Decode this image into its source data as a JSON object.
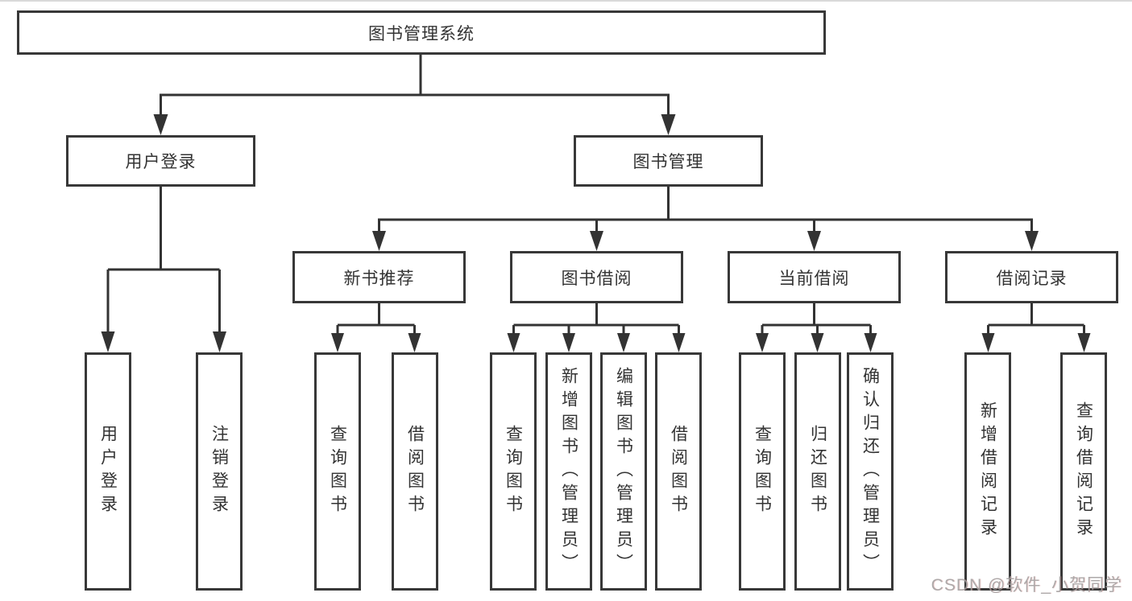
{
  "diagram": {
    "title": "图书管理系统",
    "root": {
      "label": "图书管理系统"
    },
    "level2": [
      {
        "label": "用户登录"
      },
      {
        "label": "图书管理"
      }
    ],
    "level3": [
      {
        "label": "新书推荐"
      },
      {
        "label": "图书借阅"
      },
      {
        "label": "当前借阅"
      },
      {
        "label": "借阅记录"
      }
    ],
    "leaves": {
      "user_login": [
        "用户登录",
        "注销登录"
      ],
      "new_books": [
        "查询图书",
        "借阅图书"
      ],
      "book_borrow": [
        "查询图书",
        "新增图书（管理员）",
        "编辑图书（管理员）",
        "借阅图书"
      ],
      "current_borrow": [
        "查询图书",
        "归还图书",
        "确认归还（管理员）"
      ],
      "borrow_records": [
        "新增借阅记录",
        "查询借阅记录"
      ]
    }
  },
  "watermark": {
    "text": "CSDN @软件_小贺同学",
    "color": "#a5a0a0"
  },
  "colors": {
    "line": "#333333",
    "box_border": "#383838",
    "text": "#333333",
    "background": "#ffffff"
  }
}
